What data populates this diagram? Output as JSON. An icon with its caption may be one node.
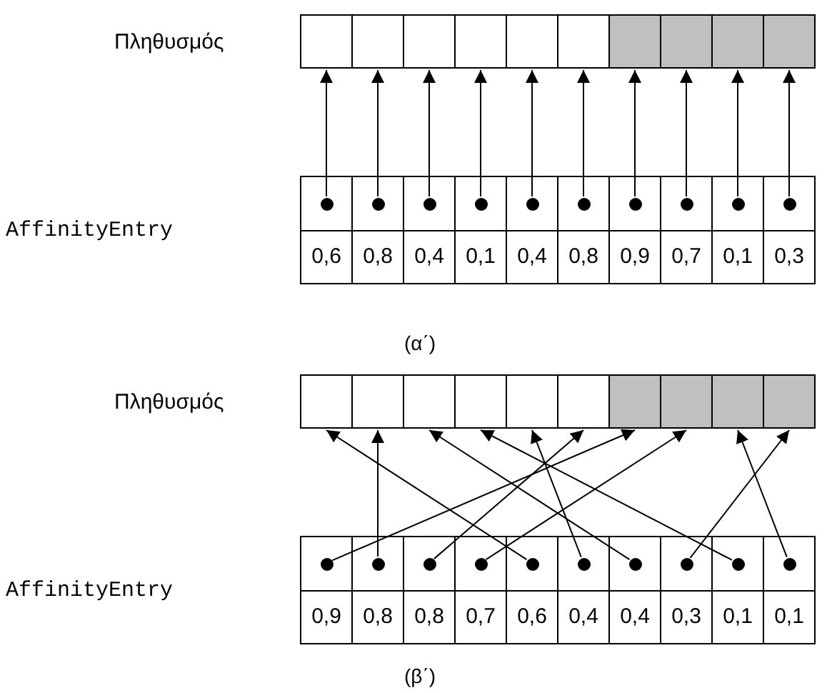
{
  "diagram": {
    "nodes": [
      {
        "text": [],
        "shape": "box"
      },
      {
        "text": [],
        "shape": "box"
      },
      {
        "text": [],
        "shape": "box"
      },
      {
        "text": [],
        "shape": "box"
      },
      {
        "text": [],
        "shape": "box"
      },
      {
        "text": [],
        "shape": "box"
      },
      {
        "text": [],
        "shape": "box"
      },
      {
        "text": [],
        "shape": "box"
      },
      {
        "text": [],
        "shape": "box"
      },
      {
        "text": [],
        "shape": "box"
      },
      {
        "text": [],
        "shape": "box"
      },
      {
        "text": [],
        "shape": "box"
      },
      {
        "text": [],
        "shape": "box"
      },
      {
        "text": [],
        "shape": "box"
      },
      {
        "text": [],
        "shape": "box"
      },
      {
        "text": [],
        "shape": "box"
      },
      {
        "text": [],
        "shape": "box"
      },
      {
        "text": [],
        "shape": "box"
      },
      {
        "text": [],
        "shape": "box"
      },
      {
        "text": [],
        "shape": "box"
      },
      {
        "text": [],
        "shape": "circle",
        "in": 10
      },
      {
        "text": [],
        "shape": "circle",
        "in": 11
      },
      {
        "text": [],
        "shape": "circle",
        "in": 12
      },
      {
        "text": [],
        "shape": "circle",
        "in": 13
      },
      {
        "text": [],
        "shape": "circle",
        "in": 14
      },
      {
        "text": [],
        "shape": "circle",
        "in": 15
      },
      {
        "text": [],
        "shape": "circle",
        "in": 16
      },
      {
        "text": [],
        "shape": "circle",
        "in": 17
      },
      {
        "text": [],
        "shape": "circle",
        "in": 18
      },
      {
        "text": [],
        "shape": "circle",
        "in": 19
      },
      {
        "text": [
          "0,6"
        ]
      },
      {
        "text": [
          "0,8"
        ]
      },
      {
        "text": [
          "0,4"
        ]
      },
      {
        "text": [
          "0,1"
        ]
      },
      {
        "text": [
          "0,4"
        ]
      },
      {
        "text": [
          "0,8"
        ]
      },
      {
        "text": [
          "0,9"
        ]
      },
      {
        "text": [
          "0,7"
        ]
      },
      {
        "text": [
          "0,1"
        ]
      },
      {
        "text": [
          "0,3"
        ]
      },
      {
        "text": [],
        "shape": "box"
      },
      {
        "text": [],
        "shape": "box"
      },
      {
        "text": [],
        "shape": "box"
      },
      {
        "text": [],
        "shape": "box"
      },
      {
        "text": [],
        "shape": "box"
      },
      {
        "text": [],
        "shape": "box"
      },
      {
        "text": [],
        "shape": "box"
      },
      {
        "text": [],
        "shape": "box"
      },
      {
        "text": [],
        "shape": "box"
      },
      {
        "text": [],
        "shape": "box"
      },
      {
        "text": [],
        "shape": "box"
      },
      {
        "text": [],
        "shape": "box"
      },
      {
        "text": [],
        "shape": "box"
      },
      {
        "text": [],
        "shape": "box"
      },
      {
        "text": [],
        "shape": "box"
      },
      {
        "text": [],
        "shape": "box"
      },
      {
        "text": [],
        "shape": "box"
      },
      {
        "text": [],
        "shape": "box"
      },
      {
        "text": [],
        "shape": "box"
      },
      {
        "text": [],
        "shape": "box"
      },
      {
        "text": [],
        "shape": "circle",
        "in": 50
      },
      {
        "text": [],
        "shape": "circle",
        "in": 51
      },
      {
        "text": [],
        "shape": "circle",
        "in": 52
      },
      {
        "text": [],
        "shape": "circle",
        "in": 53
      },
      {
        "text": [],
        "shape": "circle",
        "in": 54
      },
      {
        "text": [],
        "shape": "circle",
        "in": 55
      },
      {
        "text": [],
        "shape": "circle",
        "in": 56
      },
      {
        "text": [],
        "shape": "circle",
        "in": 57
      },
      {
        "text": [],
        "shape": "circle",
        "in": 58
      },
      {
        "text": [],
        "shape": "circle",
        "in": 59
      },
      {
        "text": [
          "0,9"
        ]
      },
      {
        "text": [
          "0,8"
        ]
      },
      {
        "text": [
          "0,8"
        ]
      },
      {
        "text": [
          "0,7"
        ]
      },
      {
        "text": [
          "0,6"
        ]
      },
      {
        "text": [
          "0,4"
        ]
      },
      {
        "text": [
          "0,4"
        ]
      },
      {
        "text": [
          "0,3"
        ]
      },
      {
        "text": [
          "0,1"
        ]
      },
      {
        "text": [
          "0,1"
        ]
      }
    ],
    "edges": [
      {
        "from": 20,
        "to": 0,
        "arrow": "to"
      },
      {
        "from": 21,
        "to": 1,
        "arrow": "to"
      },
      {
        "from": 22,
        "to": 2,
        "arrow": "to"
      },
      {
        "from": 23,
        "to": 3,
        "arrow": "to"
      },
      {
        "from": 24,
        "to": 4,
        "arrow": "to"
      },
      {
        "from": 25,
        "to": 5,
        "arrow": "to"
      },
      {
        "from": 26,
        "to": 6,
        "arrow": "to"
      },
      {
        "from": 27,
        "to": 7,
        "arrow": "to"
      },
      {
        "from": 28,
        "to": 8,
        "arrow": "to"
      },
      {
        "from": 29,
        "to": 9,
        "arrow": "to"
      },
      {
        "from": 60,
        "to": 46,
        "arrow": "to"
      },
      {
        "from": 61,
        "to": 41,
        "arrow": "to"
      },
      {
        "from": 62,
        "to": 45,
        "arrow": "to"
      },
      {
        "from": 63,
        "to": 47,
        "arrow": "to"
      },
      {
        "from": 64,
        "to": 40,
        "arrow": "to"
      },
      {
        "from": 65,
        "to": 44,
        "arrow": "to"
      },
      {
        "from": 66,
        "to": 42,
        "arrow": "to"
      },
      {
        "from": 67,
        "to": 49,
        "arrow": "to"
      },
      {
        "from": 68,
        "to": 43,
        "arrow": "to"
      },
      {
        "from": 69,
        "to": 48,
        "arrow": "to"
      }
    ],
    "labels": [
      "Πληθυσμός",
      "AffinityEntry",
      "(α΄)",
      "Πληθυσμός",
      "AffinityEntry",
      "(β΄)"
    ]
  }
}
